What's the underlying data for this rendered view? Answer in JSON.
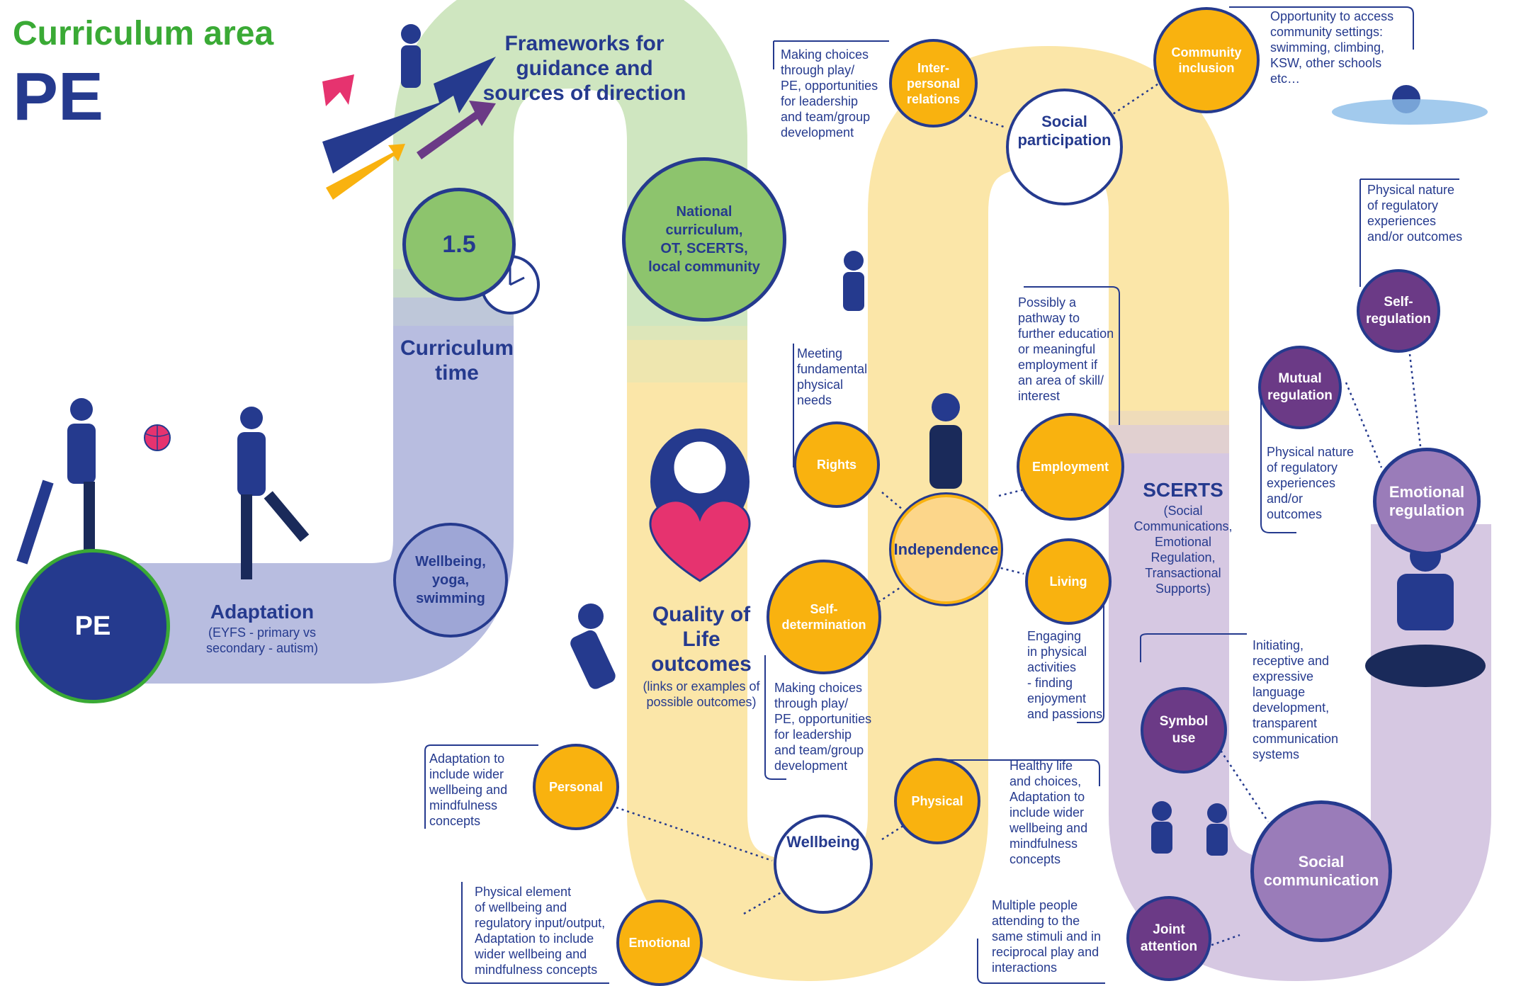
{
  "header": {
    "area_label": "Curriculum area",
    "subject": "PE"
  },
  "colors": {
    "navy": "#253a8e",
    "green_title": "#3aaa35",
    "yellow": "#f9b20f",
    "purple": "#6b3a86",
    "path_green": "#cfe6c0",
    "path_yellow": "#fbe6a8",
    "path_purple": "#d6c8e2",
    "path_lavender": "#b8bde0"
  },
  "start": {
    "label": "PE"
  },
  "adaptation": {
    "title": "Adaptation",
    "sub1": "(EYFS - primary vs",
    "sub2": "secondary - autism)"
  },
  "wellbeing_activities": {
    "line1": "Wellbeing,",
    "line2": "yoga,",
    "line3": "swimming"
  },
  "curriculum_time": {
    "value": "1.5",
    "line1": "Curriculum",
    "line2": "time"
  },
  "frameworks": {
    "line1": "Frameworks for",
    "line2": "guidance and",
    "line3": "sources of direction"
  },
  "national": {
    "line1": "National",
    "line2": "curriculum,",
    "line3": "OT, SCERTS,",
    "line4": "local community"
  },
  "qol": {
    "line1": "Quality",
    "line2": "of Life",
    "line3": "outcomes",
    "sub1": "(links or",
    "sub2": "examples",
    "sub3": "of possible",
    "sub4": "outcomes)"
  },
  "nodes": {
    "personal": "Personal",
    "emotional": "Emotional",
    "wellbeing": "Wellbeing",
    "physical": "Physical",
    "self_determination_1": "Self-",
    "self_determination_2": "determination",
    "independence": "Independence",
    "rights": "Rights",
    "employment": "Employment",
    "living": "Living",
    "social_participation_1": "Social",
    "social_participation_2": "participation",
    "interpersonal_1": "Inter-",
    "interpersonal_2": "personal",
    "interpersonal_3": "relations",
    "community_1": "Community",
    "community_2": "inclusion",
    "symbol_1": "Symbol",
    "symbol_2": "use",
    "joint_1": "Joint",
    "joint_2": "attention",
    "social_comm_1": "Social",
    "social_comm_2": "communication",
    "emotional_reg_1": "Emotional",
    "emotional_reg_2": "regulation",
    "mutual_1": "Mutual",
    "mutual_2": "regulation",
    "self_reg_1": "Self-",
    "self_reg_2": "regulation"
  },
  "scerts": {
    "title": "SCERTS",
    "l1": "(Social",
    "l2": "Communications,",
    "l3": "Emotional",
    "l4": "Regulation,",
    "l5": "Transactional",
    "l6": "Supports)"
  },
  "notes": {
    "personal": [
      "Adaptation to",
      "include wider",
      "wellbeing and",
      "mindfulness",
      "concepts"
    ],
    "emotional": [
      "Physical element",
      "of wellbeing and",
      "regulatory input/output,",
      "Adaptation to include",
      "wider wellbeing and",
      "mindfulness concepts"
    ],
    "self_determination": [
      "Making choices",
      "through play/",
      "PE, opportunities",
      "for leadership",
      "and team/group",
      "development"
    ],
    "physical": [
      "Healthy life",
      "and choices,",
      "Adaptation to",
      "include wider",
      "wellbeing and",
      "mindfulness",
      "concepts"
    ],
    "rights": [
      "Meeting",
      "fundamental",
      "physical",
      "needs"
    ],
    "employment": [
      "Possibly a",
      "pathway to",
      "further education",
      "or meaningful",
      "employment if",
      "an area of skill/",
      "interest"
    ],
    "living": [
      "Engaging",
      "in physical",
      "activities",
      "- finding",
      "enjoyment",
      "and passions"
    ],
    "interpersonal": [
      "Making choices",
      "through play/",
      "PE, opportunities",
      "for leadership",
      "and team/group",
      "development"
    ],
    "community": [
      "Opportunity to access",
      "community settings:",
      "swimming, climbing,",
      "KSW, other schools",
      "etc…"
    ],
    "self_regulation": [
      "Physical nature",
      "of regulatory",
      "experiences",
      "and/or outcomes"
    ],
    "mutual_regulation": [
      "Physical nature",
      "of regulatory",
      "experiences",
      "and/or",
      "outcomes"
    ],
    "symbol_use": [
      "Initiating,",
      "receptive and",
      "expressive",
      "language",
      "development,",
      "transparent",
      "communication",
      "systems"
    ],
    "joint_attention": [
      "Multiple people",
      "attending to the",
      "same stimuli and in",
      "reciprocal play and",
      "interactions"
    ]
  },
  "icons": [
    "clock-icon",
    "heart-icon",
    "ball-icon",
    "arrow-icon",
    "person-figure-icon"
  ]
}
